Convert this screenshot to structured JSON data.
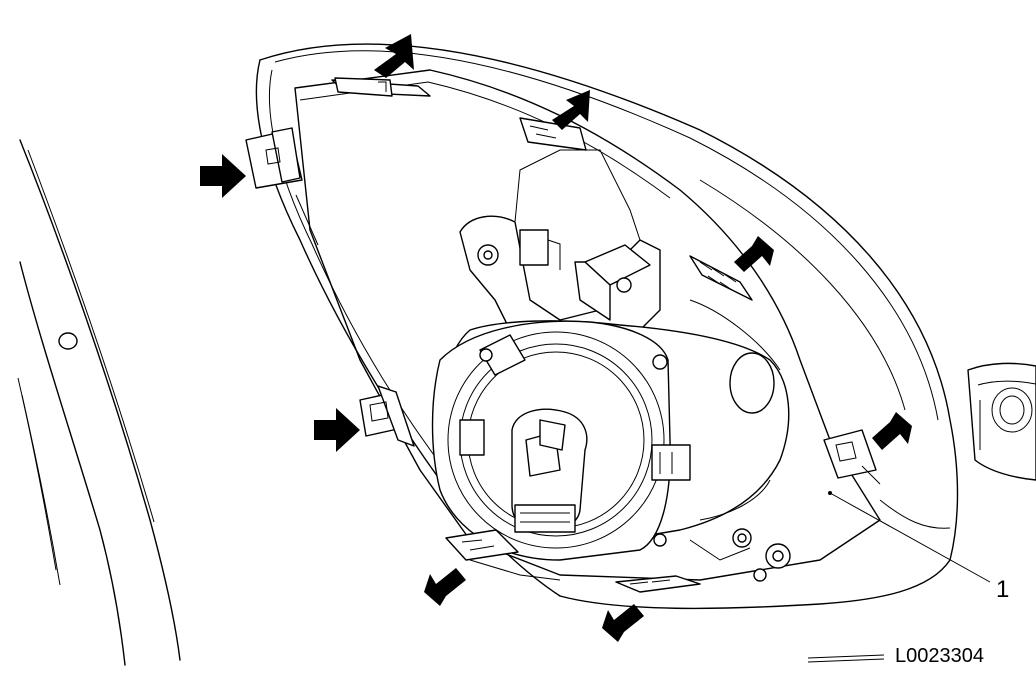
{
  "callout": {
    "number": "1"
  },
  "figure": {
    "code": "L0023304"
  },
  "arrows": [
    {
      "name": "arrow-top-left-tab"
    },
    {
      "name": "arrow-top-center-tab"
    },
    {
      "name": "arrow-left-upper-clip"
    },
    {
      "name": "arrow-right-upper-slot"
    },
    {
      "name": "arrow-left-middle-clip"
    },
    {
      "name": "arrow-right-lower-clip"
    },
    {
      "name": "arrow-bottom-left-tab"
    },
    {
      "name": "arrow-bottom-center-tab"
    }
  ]
}
